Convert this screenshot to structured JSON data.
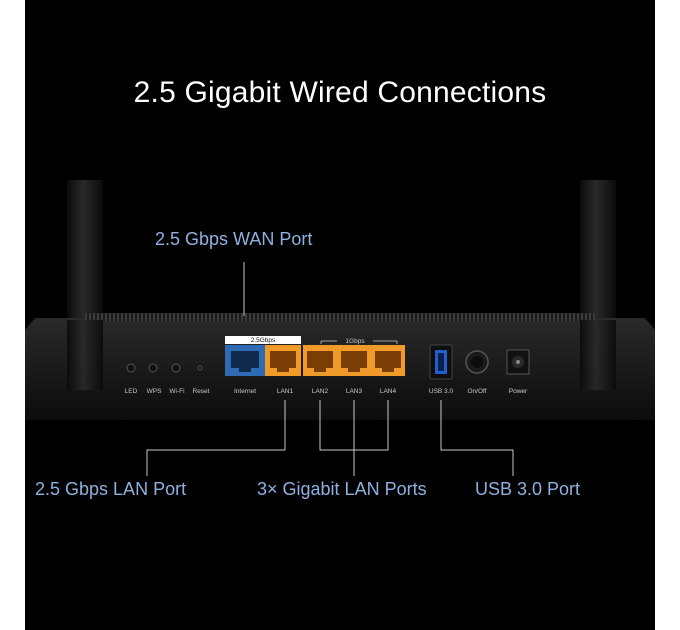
{
  "headline": "2.5 Gigabit Wired Connections",
  "callouts": {
    "wan": "2.5 Gbps WAN Port",
    "lan25": "2.5 Gbps LAN Port",
    "gigabit": "3× Gigabit LAN Ports",
    "usb": "USB 3.0 Port"
  },
  "router_labels": {
    "led": "LED",
    "wps": "WPS",
    "wifi": "Wi-Fi",
    "reset": "Reset",
    "internet": "Internet",
    "lan1": "LAN1",
    "lan2": "LAN2",
    "lan3": "LAN3",
    "lan4": "LAN4",
    "usb": "USB 3.0",
    "onoff": "On/Off",
    "power": "Power",
    "speed_25": "2.5Gbps",
    "speed_1": "1Gbps"
  },
  "colors": {
    "background": "#000000",
    "headline": "#ffffff",
    "callout": "#8fb1e0",
    "wan_port": "#2f6bb5",
    "lan_port": "#f09a2a",
    "usb_port": "#1f5fd1"
  }
}
